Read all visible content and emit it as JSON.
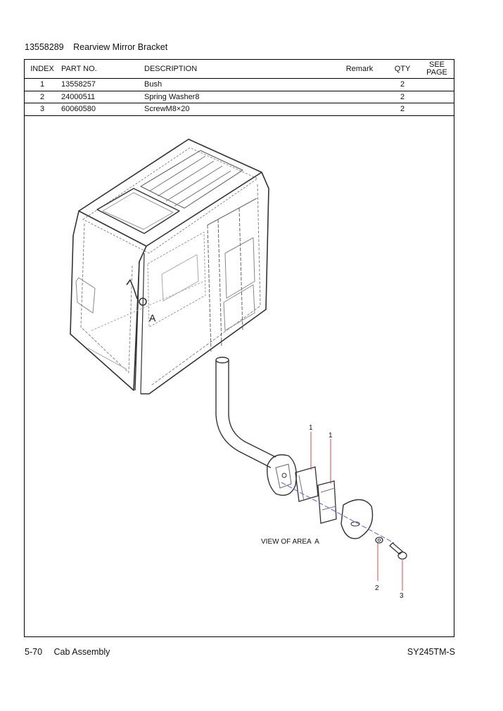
{
  "header": {
    "part_no": "13558289",
    "title": "Rearview Mirror Bracket"
  },
  "table": {
    "columns": [
      "INDEX",
      "PART NO.",
      "DESCRIPTION",
      "Remark",
      "QTY",
      "SEE PAGE"
    ],
    "rows": [
      {
        "index": "1",
        "part_no": "13558257",
        "description": "Bush",
        "remark": "",
        "qty": "2",
        "see_page": ""
      },
      {
        "index": "2",
        "part_no": "24000511",
        "description": "Spring Washer8",
        "remark": "",
        "qty": "2",
        "see_page": ""
      },
      {
        "index": "3",
        "part_no": "60060580",
        "description": "ScrewM8×20",
        "remark": "",
        "qty": "2",
        "see_page": ""
      }
    ]
  },
  "drawing": {
    "area_label": "A",
    "view_label": "VIEW OF AREA  A",
    "callouts": [
      "1",
      "1",
      "2",
      "3"
    ]
  },
  "footer": {
    "page": "5-70",
    "section": "Cab Assembly",
    "model": "SY245TM-S"
  }
}
